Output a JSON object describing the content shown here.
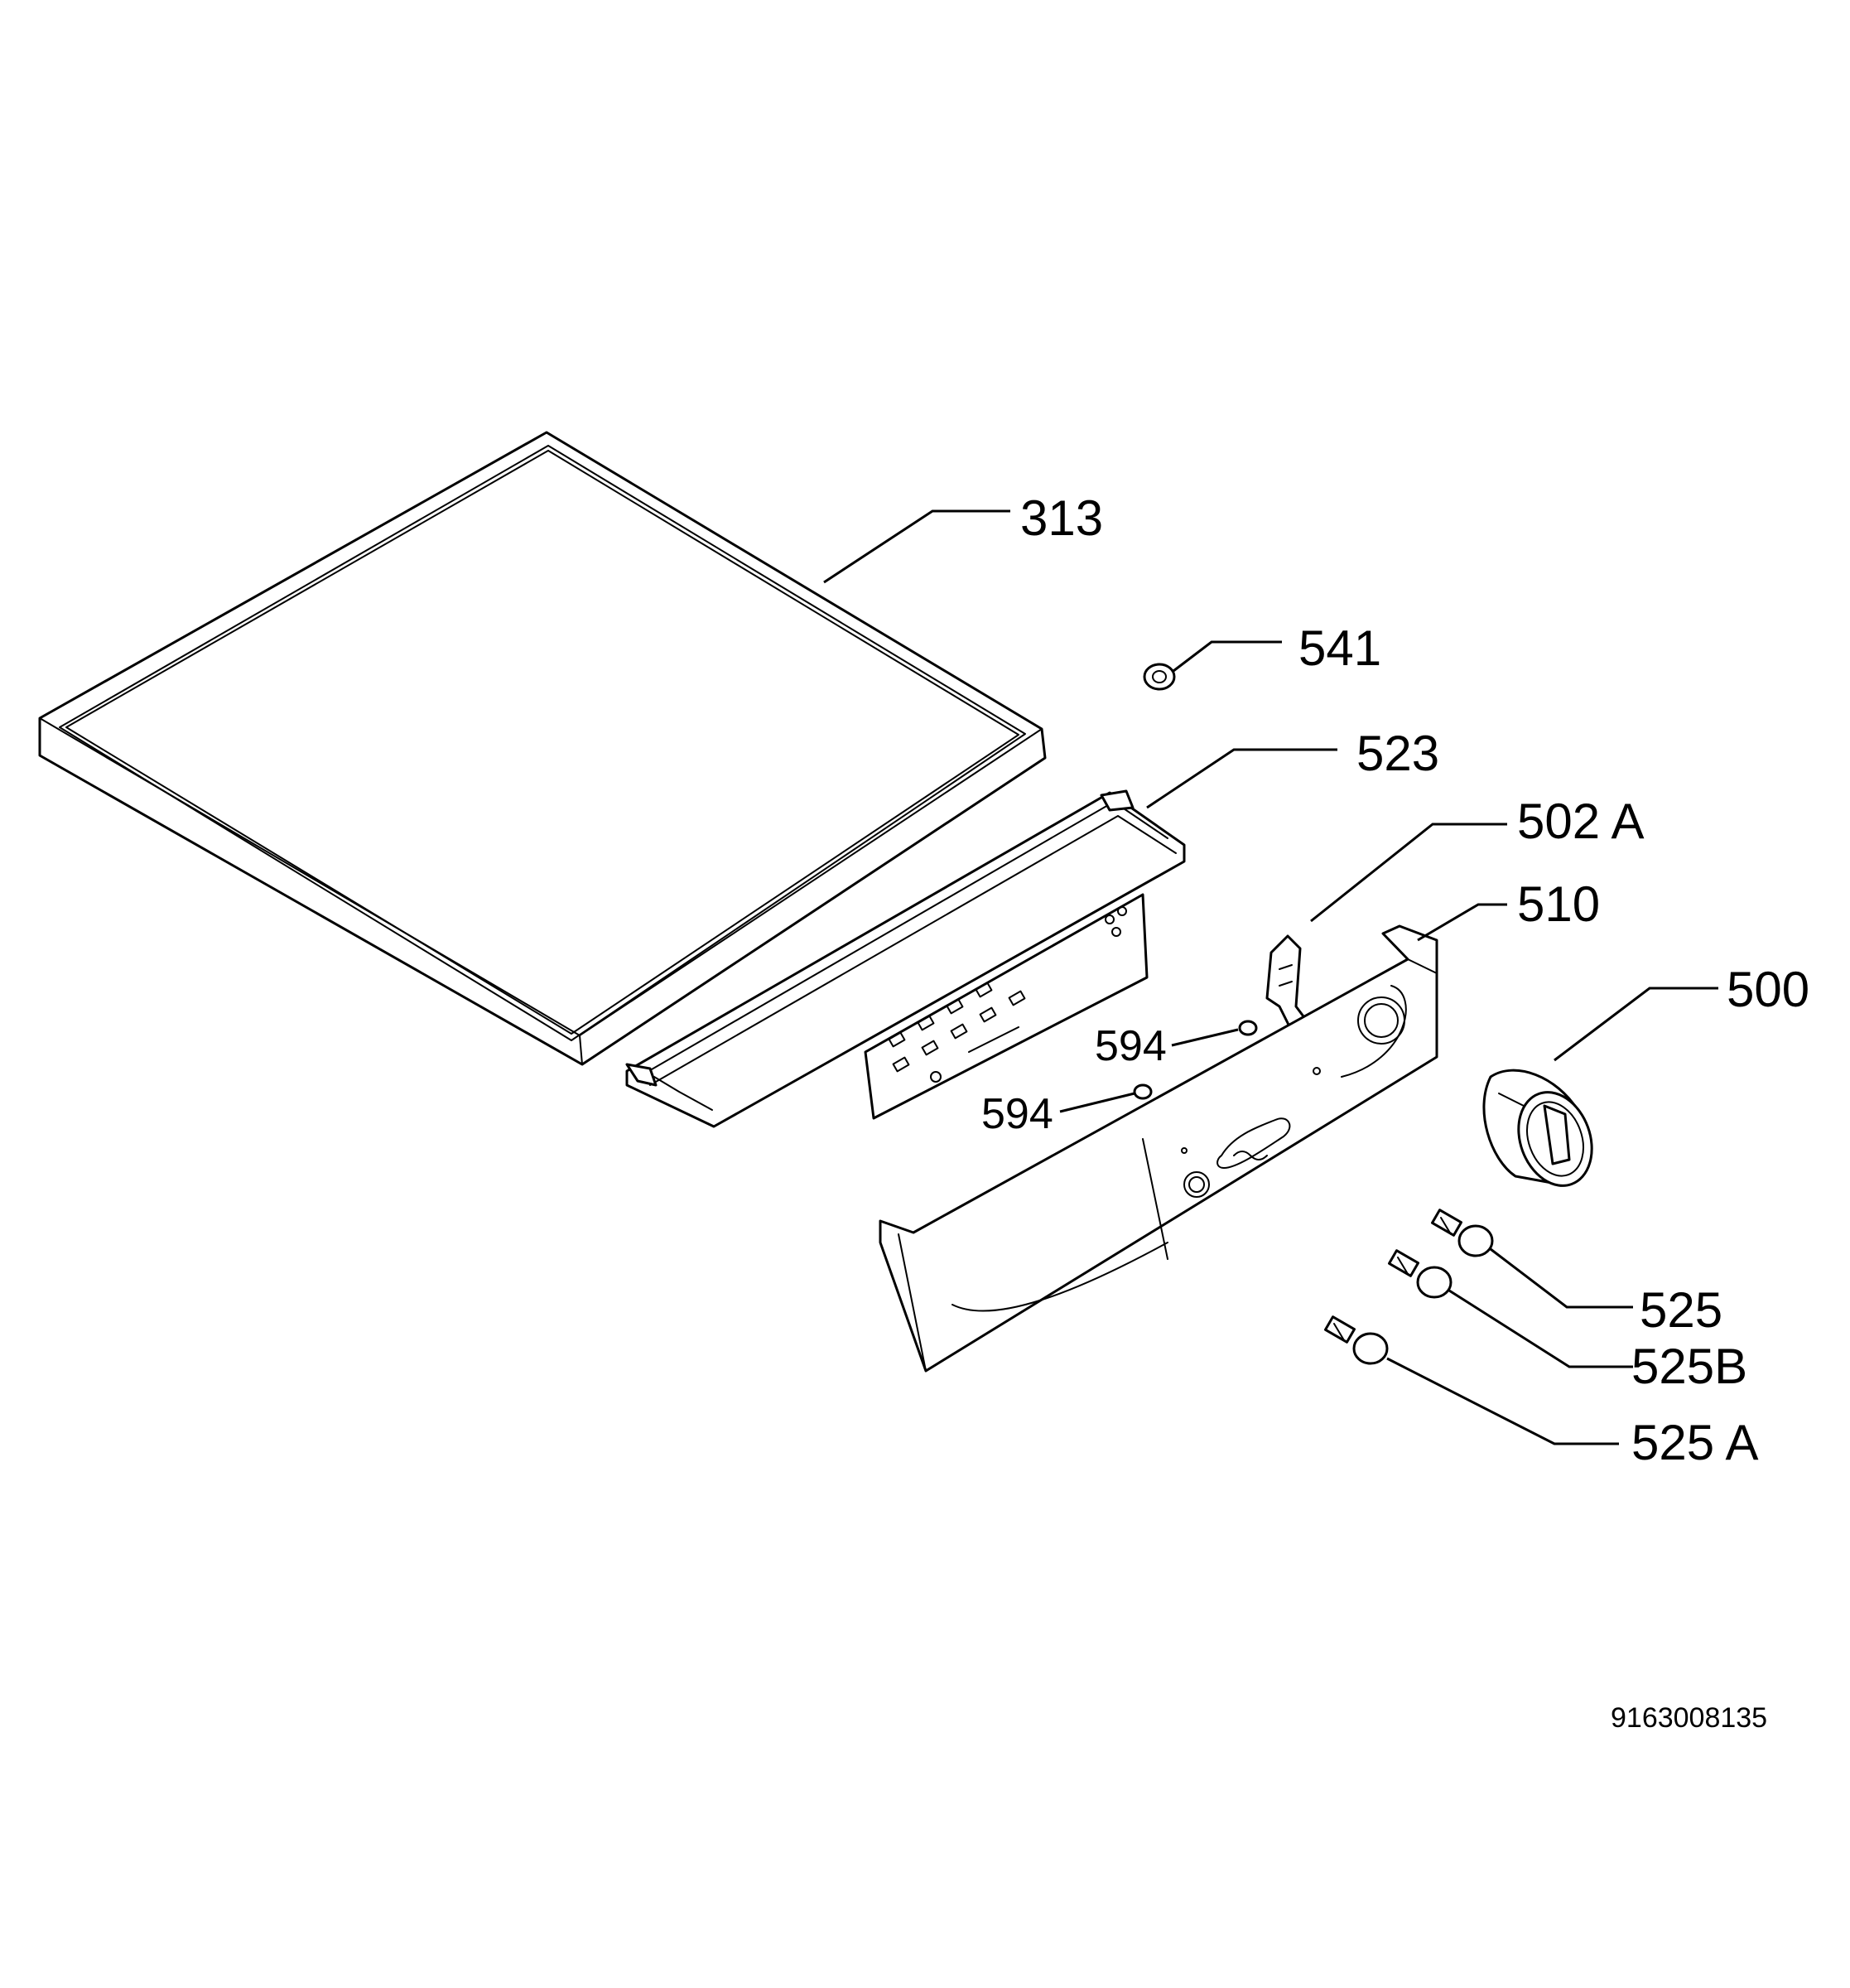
{
  "labels": {
    "p313": "313",
    "p541": "541",
    "p523": "523",
    "p502a": "502 A",
    "p510": "510",
    "p500": "500",
    "p594a": "594",
    "p594b": "594",
    "p525": "525",
    "p525b": "525B",
    "p525a": "525 A"
  },
  "document_number": "9163008135"
}
